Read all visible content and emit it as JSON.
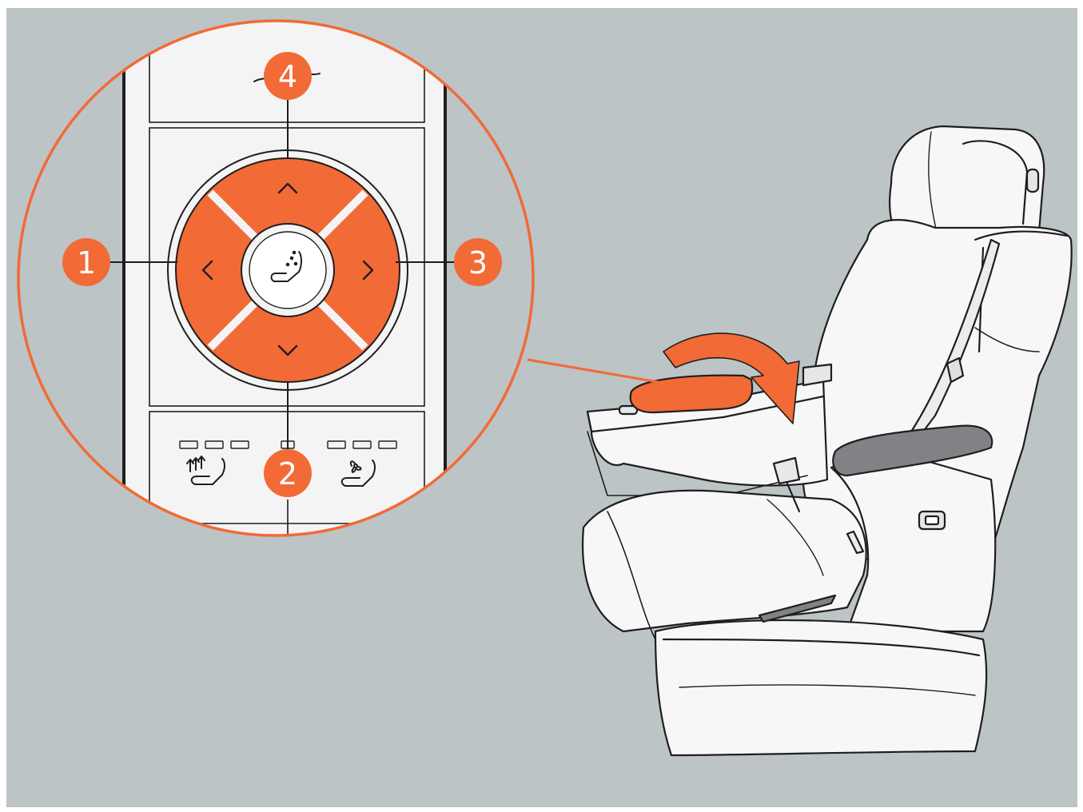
{
  "callouts": [
    {
      "id": "callout-1",
      "label": "1",
      "target": "left-button"
    },
    {
      "id": "callout-2",
      "label": "2",
      "target": "down-button"
    },
    {
      "id": "callout-3",
      "label": "3",
      "target": "right-button"
    },
    {
      "id": "callout-4",
      "label": "4",
      "target": "up-button"
    }
  ],
  "controls": {
    "center_icon": "seat-massage-icon",
    "up_icon": "chevron-up-icon",
    "down_icon": "chevron-down-icon",
    "left_icon": "chevron-left-icon",
    "right_icon": "chevron-right-icon",
    "seat_heating_icon": "seat-heating-icon",
    "seat_ventilation_icon": "seat-ventilation-icon",
    "top_icon": "seat-massage-icon"
  },
  "indicators": {
    "heating_levels": 3,
    "ventilation_levels": 3
  },
  "colors": {
    "background": "#bcc4c6",
    "accent": "#f26a35",
    "panel": "#f2f2f2",
    "outline": "#1e1e1e",
    "armrest_dark": "#808285"
  }
}
